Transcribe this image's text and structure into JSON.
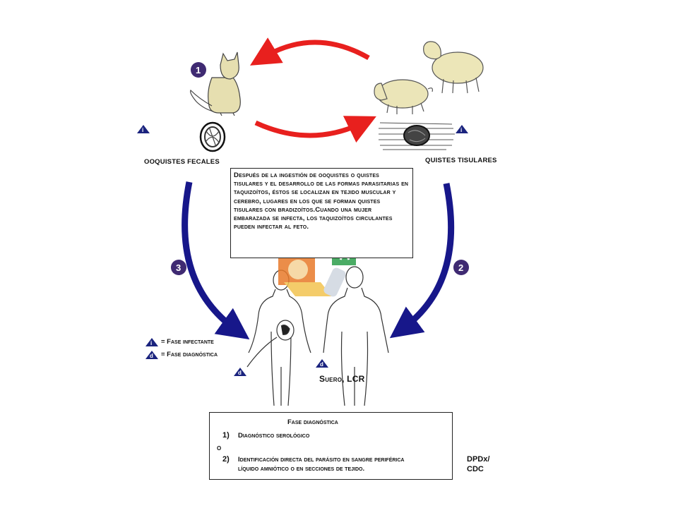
{
  "steps": [
    "1",
    "2",
    "3"
  ],
  "labels": {
    "fecal_oocysts": "OOQUISTES FECALES",
    "tissue_cysts": "QUISTES TISULARES",
    "specimen": "Suero, LCR",
    "credit_line1": "DPDx/",
    "credit_line2": "CDC"
  },
  "info_box": {
    "text": "Después de la ingestión de ooquistes o quistes tisulares y el desarrollo de las formas parasitarias en taquizoítos, éstos se localizan en tejido muscular y cerebro, lugares en los que se forman quistes tisulares con bradizoítos.Cuando una mujer embarazada se infecta, los taquizoítos circulantes pueden infectar al feto."
  },
  "legend": {
    "infective_symbol": "i",
    "infective_label": "= Fase infectante",
    "diagnostic_symbol": "d",
    "diagnostic_label": "= Fase diagnóstica"
  },
  "diagnostic_box": {
    "symbol": "d",
    "title": "Fase diagnóstica",
    "item1_num": "1)",
    "item1": "Diagnóstico serológico",
    "or": "o",
    "item2_num": "2)",
    "item2_line1": "Identificación directa del parásito en sangre periférica",
    "item2_line2": "líquido amniótico o en secciones de tejido."
  },
  "colors": {
    "red_arrow": "#e8201e",
    "blue_arrow": "#17178a",
    "step_circle": "#3f2a72",
    "triangle": "#1a237e"
  }
}
